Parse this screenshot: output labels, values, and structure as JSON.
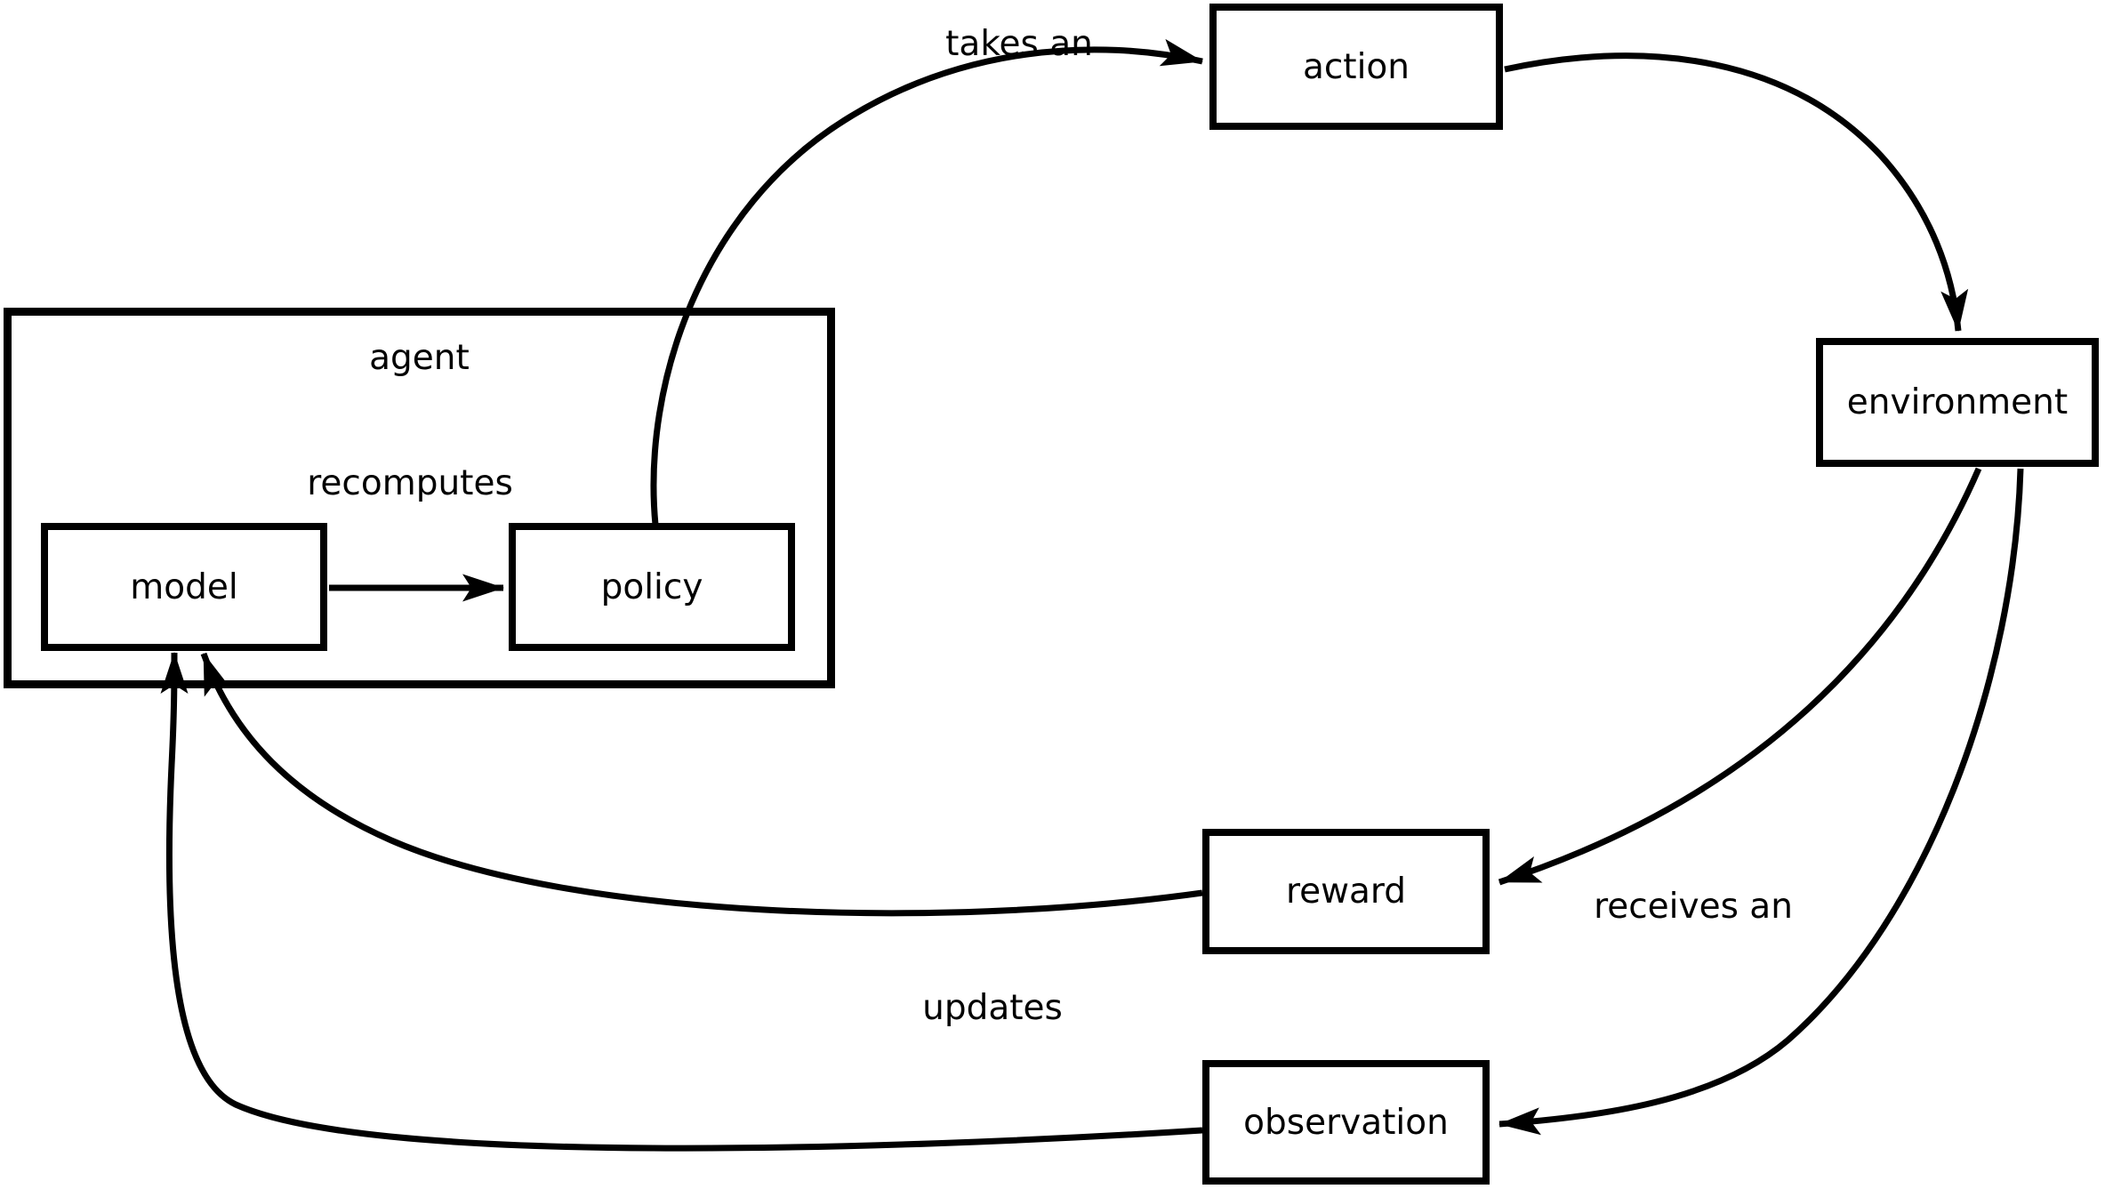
{
  "diagram": {
    "title_hint": "model-based reinforcement learning loop",
    "colors": {
      "stroke": "#000000",
      "background": "#ffffff"
    },
    "nodes": {
      "agent": {
        "label": "agent"
      },
      "model": {
        "label": "model"
      },
      "policy": {
        "label": "policy"
      },
      "action": {
        "label": "action"
      },
      "environment": {
        "label": "environment"
      },
      "reward": {
        "label": "reward"
      },
      "observation": {
        "label": "observation"
      }
    },
    "edges": {
      "recomputes": {
        "label": "recomputes",
        "from": "model",
        "to": "policy"
      },
      "takes_an": {
        "label": "takes an",
        "from": "policy",
        "to": "action"
      },
      "action_to_environment": {
        "label": "",
        "from": "action",
        "to": "environment"
      },
      "receives_an": {
        "label": "receives an",
        "from": "environment",
        "to": "reward"
      },
      "environment_to_observation": {
        "label": "",
        "from": "environment",
        "to": "observation"
      },
      "updates": {
        "label": "updates",
        "from": "reward",
        "to": "model"
      },
      "observation_to_model": {
        "label": "",
        "from": "observation",
        "to": "model"
      }
    }
  }
}
